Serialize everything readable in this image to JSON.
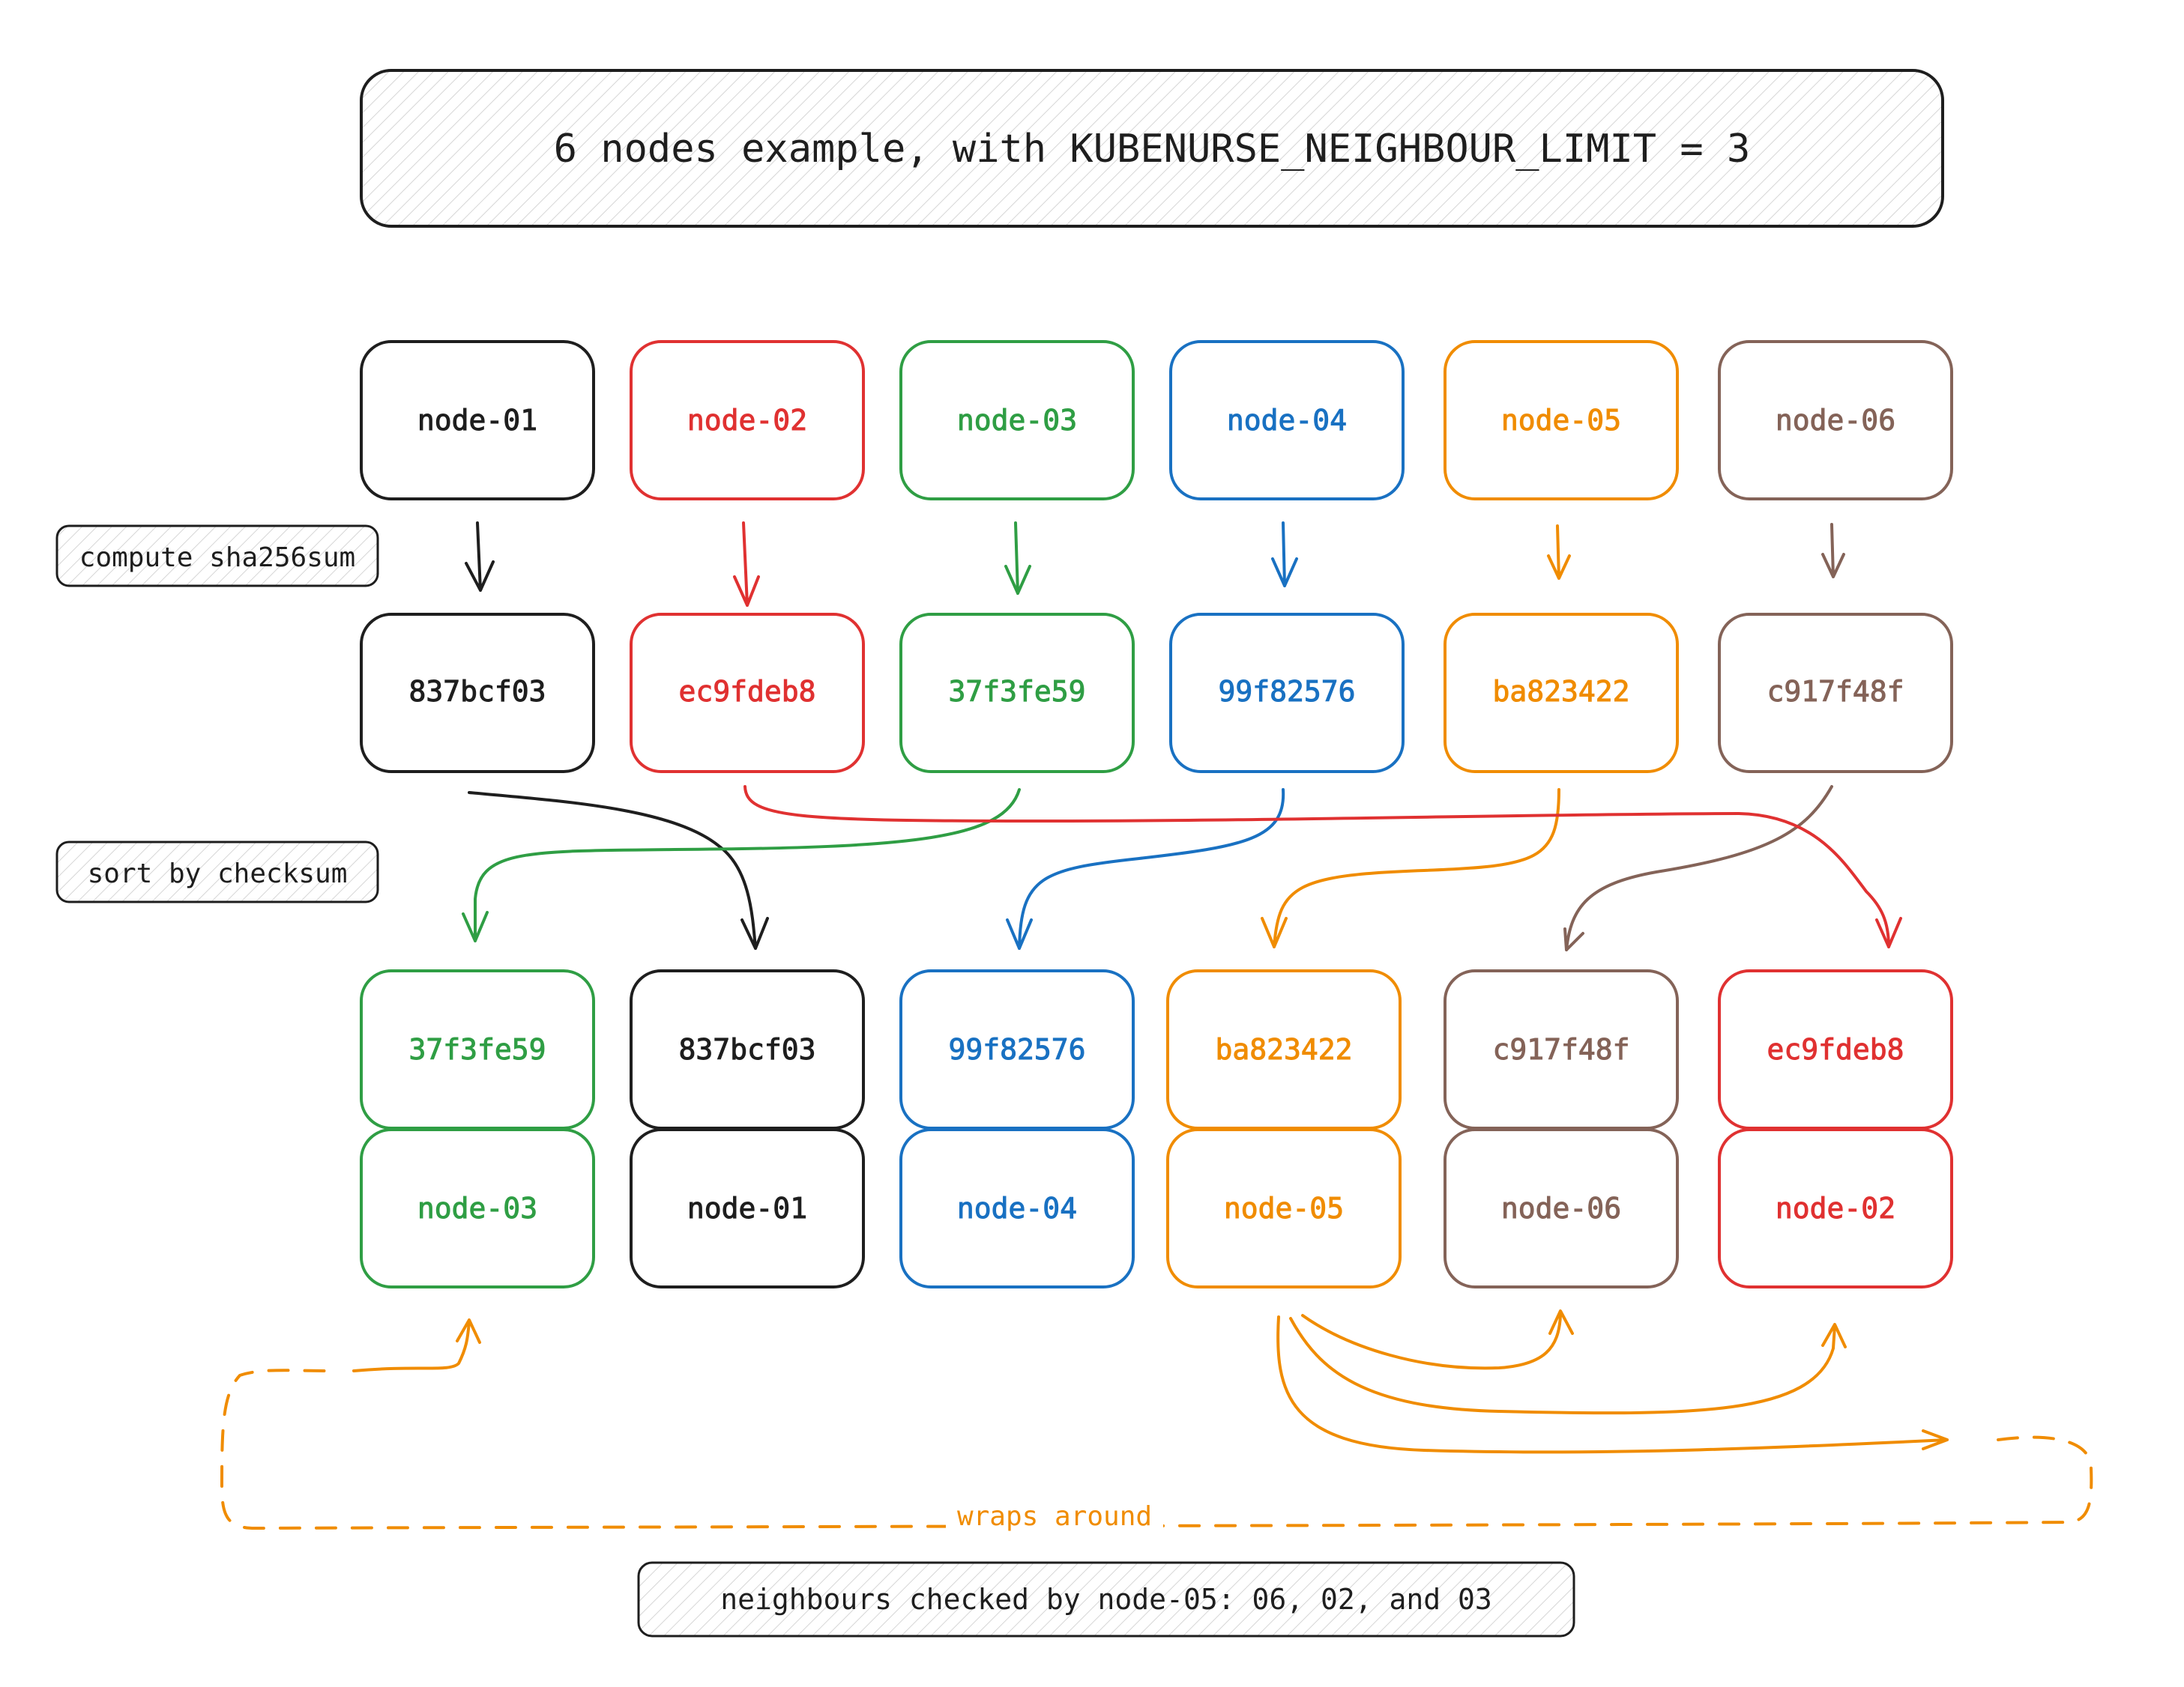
{
  "title": "6 nodes example, with KUBENURSE_NEIGHBOUR_LIMIT = 3",
  "colors": {
    "node-01": "#1e1e1e",
    "node-02": "#e03131",
    "node-03": "#2f9e44",
    "node-04": "#1971c2",
    "node-05": "#f08c00",
    "node-06": "#846358"
  },
  "nodes": [
    {
      "name": "node-01",
      "checksum": "837bcf03"
    },
    {
      "name": "node-02",
      "checksum": "ec9fdeb8"
    },
    {
      "name": "node-03",
      "checksum": "37f3fe59"
    },
    {
      "name": "node-04",
      "checksum": "99f82576"
    },
    {
      "name": "node-05",
      "checksum": "ba823422"
    },
    {
      "name": "node-06",
      "checksum": "c917f48f"
    }
  ],
  "sorted": [
    {
      "name": "node-03",
      "checksum": "37f3fe59"
    },
    {
      "name": "node-01",
      "checksum": "837bcf03"
    },
    {
      "name": "node-04",
      "checksum": "99f82576"
    },
    {
      "name": "node-05",
      "checksum": "ba823422"
    },
    {
      "name": "node-06",
      "checksum": "c917f48f"
    },
    {
      "name": "node-02",
      "checksum": "ec9fdeb8"
    }
  ],
  "labels": {
    "compute": "compute sha256sum",
    "sort": "sort by checksum",
    "wraps": "wraps around"
  },
  "note": "neighbours checked by node-05: 06, 02, and 03"
}
